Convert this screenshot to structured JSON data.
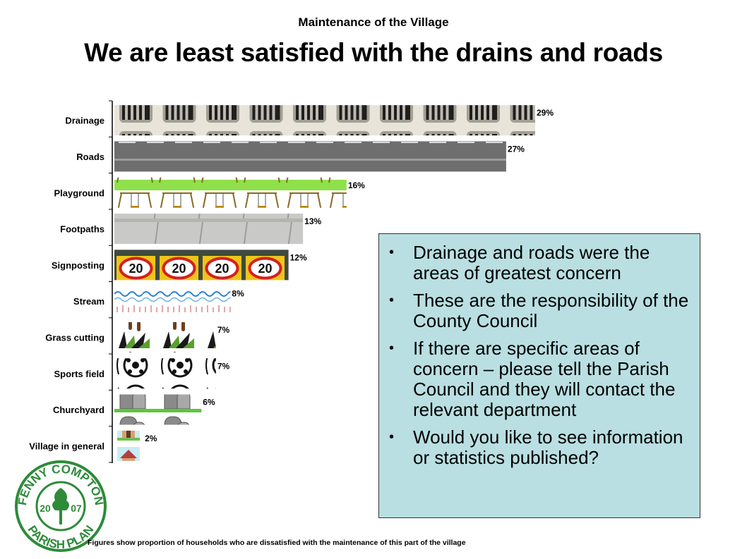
{
  "slide": {
    "subtitle": "Maintenance of the Village",
    "title": "We are least satisfied with the drains and roads"
  },
  "chart_data": {
    "type": "bar",
    "orientation": "horizontal",
    "categories": [
      "Drainage",
      "Roads",
      "Playground",
      "Footpaths",
      "Signposting",
      "Stream",
      "Grass cutting",
      "Sports field",
      "Churchyard",
      "Village in general"
    ],
    "values": [
      29,
      27,
      16,
      13,
      12,
      8,
      7,
      7,
      6,
      2
    ],
    "value_labels": [
      "29%",
      "27%",
      "16%",
      "13%",
      "12%",
      "8%",
      "7%",
      "7%",
      "6%",
      "2%"
    ],
    "bar_fills": [
      "drain-grate",
      "road",
      "swing-set",
      "paving",
      "speed-sign",
      "stream",
      "grass",
      "football",
      "gravestone",
      "house"
    ],
    "xlim": [
      0,
      29
    ],
    "grid": false,
    "legend": "none"
  },
  "info_box": {
    "bullets": [
      "Drainage and roads were the areas of greatest concern",
      "These are the responsibility of the County Council",
      "If there are specific areas of concern – please tell the Parish Council and they will contact the relevant department",
      "Would you like to see information or statistics published?"
    ]
  },
  "footnote": "Figures show proportion of households who are dissatisfied with the maintenance of this part of the village",
  "logo": {
    "top_text": "FENNY COMPTON",
    "bottom_text": "PARISH PLAN",
    "year_left": "20",
    "year_right": "07",
    "color": "#2e8b3a"
  },
  "colors": {
    "panel_bg": "#b9dfe2",
    "road": "#6e6e6e",
    "grass": "#7fcf3a",
    "sign_yellow": "#f0c419",
    "sign_red": "#d32020"
  }
}
